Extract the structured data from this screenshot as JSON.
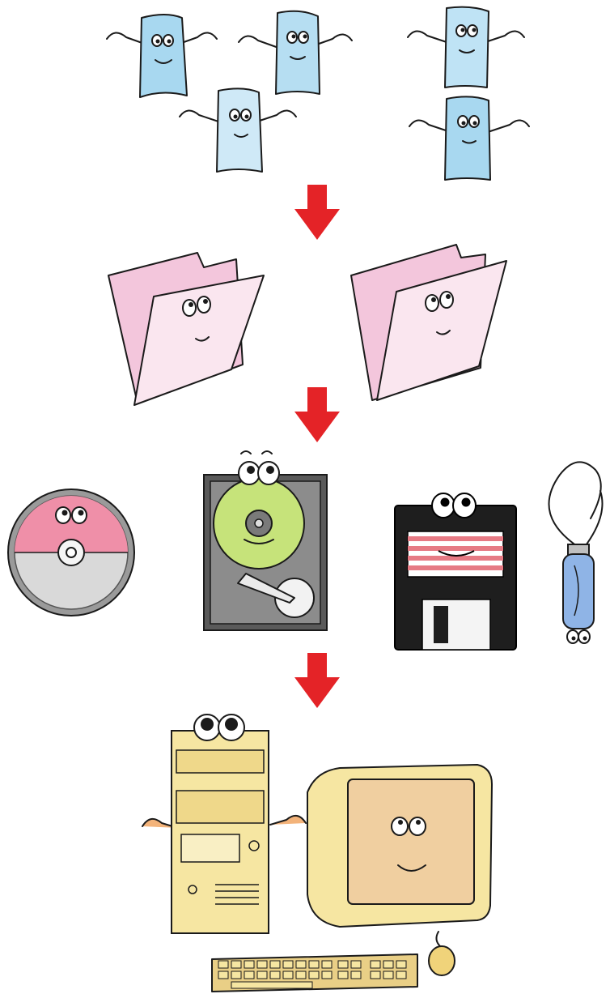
{
  "colors": {
    "document_fill": "#a8d8f0",
    "folder_back": "#f3c6dc",
    "folder_front": "#fae6ef",
    "cd_pink": "#ef8fa8",
    "cd_gray": "#d9d9d9",
    "platter_green": "#c6e37a",
    "floppy_label": "#e67a84",
    "usb_blue": "#8fb4e6",
    "computer_cream": "#f6e6a2",
    "screen_tan": "#f0cfa0",
    "arrow_red": "#e42327"
  },
  "diagram": {
    "stages": [
      {
        "id": "documents",
        "icons": [
          "document-character",
          "document-character",
          "document-character",
          "document-character",
          "document-character"
        ]
      },
      {
        "id": "folders",
        "icons": [
          "folder-character",
          "folder-character"
        ]
      },
      {
        "id": "storage",
        "icons": [
          "cd-character",
          "hard-drive-character",
          "floppy-disk-character",
          "usb-drive-character"
        ]
      },
      {
        "id": "computer",
        "icons": [
          "computer-tower-character",
          "monitor-character",
          "keyboard",
          "mouse"
        ]
      }
    ],
    "arrows": [
      "down-arrow",
      "down-arrow",
      "down-arrow"
    ]
  }
}
